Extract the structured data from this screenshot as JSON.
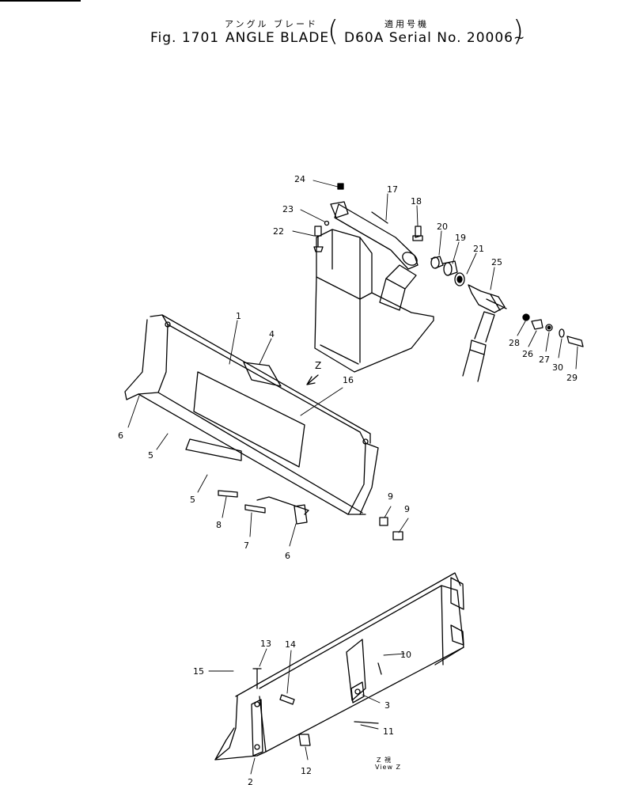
{
  "header": {
    "jp_title": "アングル ブレード",
    "jp_model": "適用号機",
    "fig_label": "Fig. 1701",
    "title": "ANGLE BLADE",
    "model_open": "(",
    "model": "D60A Serial No. 20006~",
    "model_close": ")"
  },
  "diagram": {
    "view_direction_label": "Z",
    "view_jp": "Z 視",
    "view_en": "View Z",
    "callouts": [
      {
        "id": "c24",
        "text": "24"
      },
      {
        "id": "c17",
        "text": "17"
      },
      {
        "id": "c18",
        "text": "18"
      },
      {
        "id": "c23",
        "text": "23"
      },
      {
        "id": "c22",
        "text": "22"
      },
      {
        "id": "c20",
        "text": "20"
      },
      {
        "id": "c19",
        "text": "19"
      },
      {
        "id": "c21",
        "text": "21"
      },
      {
        "id": "c25",
        "text": "25"
      },
      {
        "id": "c1",
        "text": "1"
      },
      {
        "id": "c4",
        "text": "4"
      },
      {
        "id": "c16",
        "text": "16"
      },
      {
        "id": "c28",
        "text": "28"
      },
      {
        "id": "c26",
        "text": "26"
      },
      {
        "id": "c27",
        "text": "27"
      },
      {
        "id": "c30",
        "text": "30"
      },
      {
        "id": "c29",
        "text": "29"
      },
      {
        "id": "c6a",
        "text": "6"
      },
      {
        "id": "c5a",
        "text": "5"
      },
      {
        "id": "c5b",
        "text": "5"
      },
      {
        "id": "c8",
        "text": "8"
      },
      {
        "id": "c7",
        "text": "7"
      },
      {
        "id": "c6b",
        "text": "6"
      },
      {
        "id": "c9a",
        "text": "9"
      },
      {
        "id": "c9b",
        "text": "9"
      },
      {
        "id": "c13",
        "text": "13"
      },
      {
        "id": "c14",
        "text": "14"
      },
      {
        "id": "c10",
        "text": "10"
      },
      {
        "id": "c15",
        "text": "15"
      },
      {
        "id": "c3",
        "text": "3"
      },
      {
        "id": "c11",
        "text": "11"
      },
      {
        "id": "c12",
        "text": "12"
      },
      {
        "id": "c2",
        "text": "2"
      }
    ]
  }
}
